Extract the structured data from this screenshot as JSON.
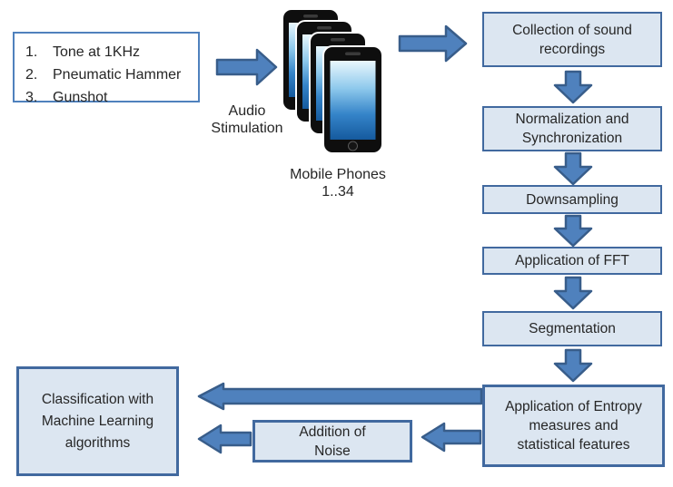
{
  "title": "Sound recording and analysis flow diagram",
  "colors": {
    "accent_blue": "#4f81bd",
    "arrow_outline": "#385d8a",
    "box_fill": "#dce6f1",
    "box_border": "#41699f",
    "text": "#262626"
  },
  "stimuli": {
    "items": [
      {
        "num": "1.",
        "text": "Tone at 1KHz"
      },
      {
        "num": "2.",
        "text": "Pneumatic Hammer"
      },
      {
        "num": "3.",
        "text": "Gunshot"
      }
    ]
  },
  "labels": {
    "audio_line1": "Audio",
    "audio_line2": "Stimulation",
    "phones_line1": "Mobile Phones",
    "phones_line2": "1..34"
  },
  "flow": {
    "collection": {
      "lines": [
        "Collection of sound",
        "recordings"
      ]
    },
    "normalization": {
      "lines": [
        "Normalization and",
        "Synchronization"
      ]
    },
    "downsampling": {
      "lines": [
        "Downsampling"
      ]
    },
    "fft": {
      "lines": [
        "Application of FFT"
      ]
    },
    "segmentation": {
      "lines": [
        "Segmentation"
      ]
    },
    "entropy": {
      "lines": [
        "Application of Entropy",
        "measures and",
        "statistical features"
      ]
    },
    "classification": {
      "lines": [
        "Classification with",
        "Machine Learning",
        "algorithms"
      ]
    },
    "noise": {
      "lines": [
        "Addition of",
        "Noise"
      ]
    }
  }
}
